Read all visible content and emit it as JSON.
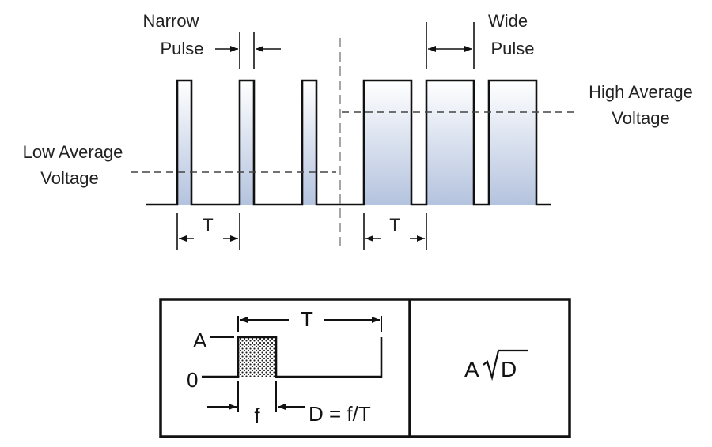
{
  "labels": {
    "narrow_pulse_line1": "Narrow",
    "narrow_pulse_line2": "Pulse",
    "wide_pulse_line1": "Wide",
    "wide_pulse_line2": "Pulse",
    "high_avg_line1": "High Average",
    "high_avg_line2": "Voltage",
    "low_avg_line1": "Low Average",
    "low_avg_line2": "Voltage",
    "period_left": "T",
    "period_right": "T"
  },
  "table": {
    "amplitude_label": "A",
    "zero_label": "0",
    "period_label": "T",
    "pulse_width_label": "f",
    "duty_formula": "D = f/T",
    "result_prefix": "A",
    "result_radicand": "D"
  },
  "colors": {
    "pulse_fill_top": "#ffffff",
    "pulse_fill_bottom": "#b4c3de",
    "line": "#111111",
    "dash": "#444444"
  }
}
